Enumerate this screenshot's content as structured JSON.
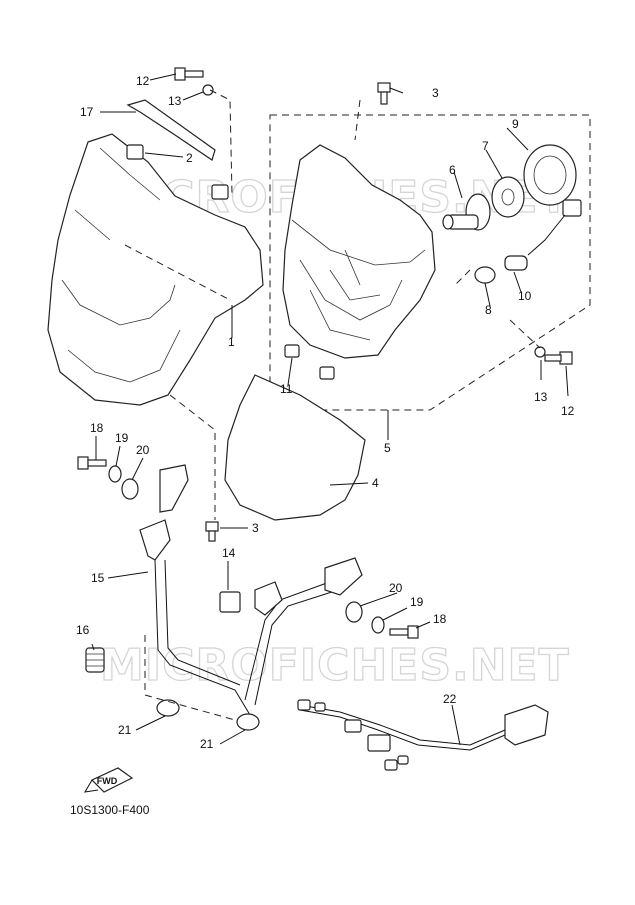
{
  "diagram": {
    "code": "10S1300-F400",
    "watermark": "MICROFICHES.NET",
    "fwd_label": "FWD"
  },
  "callouts": {
    "c1": "1",
    "c2": "2",
    "c3a": "3",
    "c3b": "3",
    "c4": "4",
    "c5": "5",
    "c6": "6",
    "c7": "7",
    "c8": "8",
    "c9": "9",
    "c10": "10",
    "c11": "11",
    "c12a": "12",
    "c12b": "12",
    "c13a": "13",
    "c13b": "13",
    "c14": "14",
    "c15": "15",
    "c16": "16",
    "c17": "17",
    "c18a": "18",
    "c18b": "18",
    "c19a": "19",
    "c19b": "19",
    "c20a": "20",
    "c20b": "20",
    "c21a": "21",
    "c21b": "21",
    "c22": "22"
  }
}
